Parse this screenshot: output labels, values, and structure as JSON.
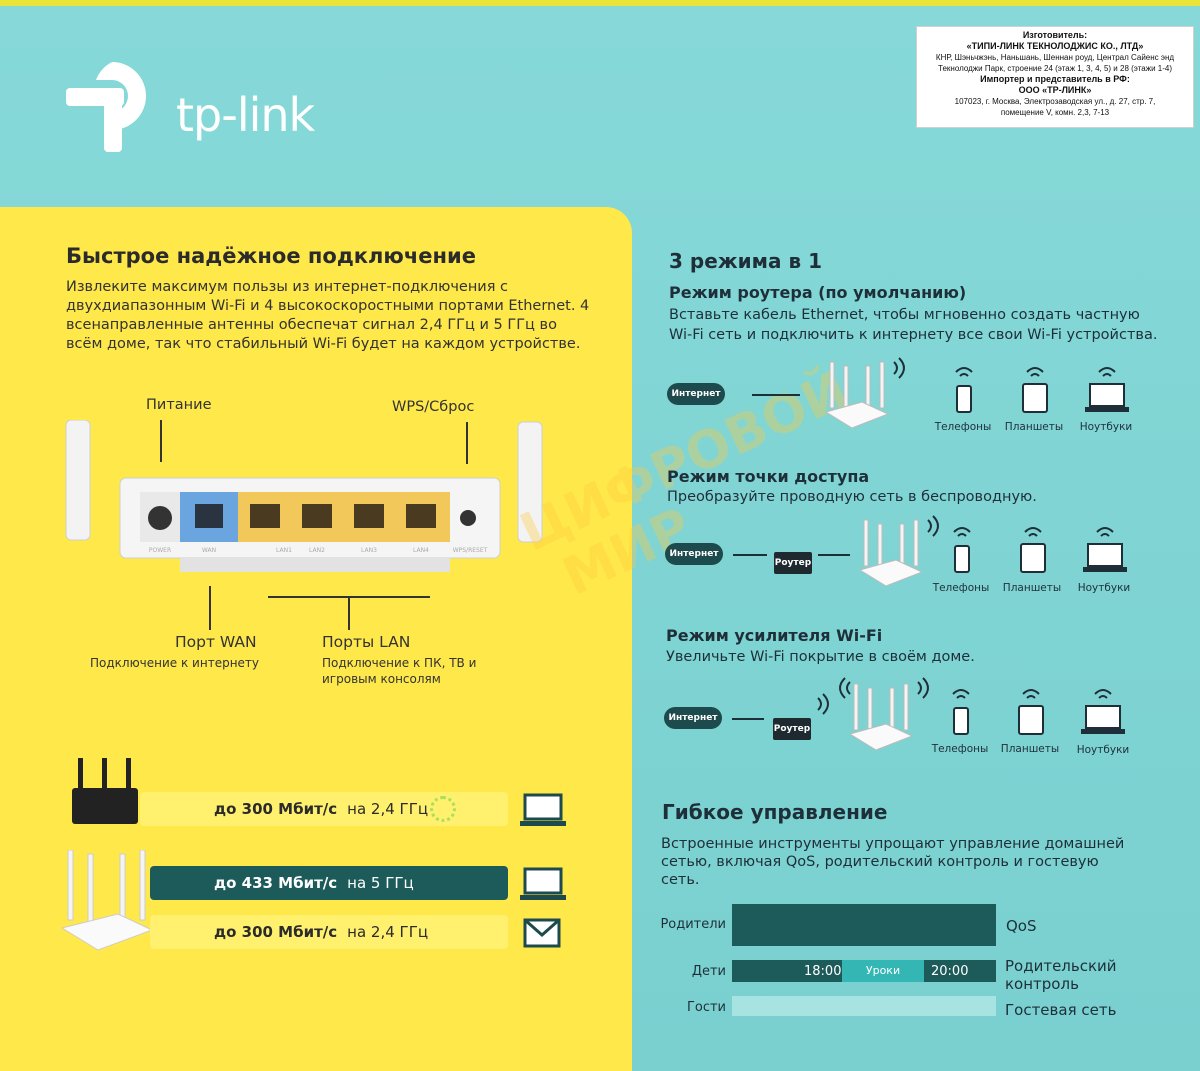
{
  "brand": {
    "name": "tp-link",
    "accent": "#ffffff"
  },
  "colors": {
    "yellow": "#ffe84a",
    "teal": "#7fd3d2",
    "dark_teal": "#1d5b5b"
  },
  "manufacturer": {
    "line1": "Изготовитель:",
    "line2": "«ТИПИ-ЛИНК ТЕКНОЛОДЖИС КО., ЛТД»",
    "line3": "КНР, Шэньчжэнь, Наньшань, Шеннан роуд, Централ Сайенс энд",
    "line4": "Текнолоджи Парк, строение 24 (этаж 1, 3, 4, 5) и 28 (этажи 1-4)",
    "line5": "Импортер и представитель в РФ:",
    "line6": "ООО «ТР-ЛИНК»",
    "line7": "107023, г. Москва, Электрозаводская ул., д. 27, стр. 7,",
    "line8": "помещение V, комн. 2,3, 7-13"
  },
  "left": {
    "title": "Быстрое надёжное подключение",
    "body": "Извлеките максимум пользы из интернет-подключения с двухдиапазонным Wi-Fi и 4 высокоскоростными портами Ethernet. 4 всенаправленные антенны обеспечат сигнал 2,4 ГГц и 5 ГГц во всём доме, так что стабильный Wi-Fi будет на каждом устройстве.",
    "label_power": "Питание",
    "label_wps": "WPS/Сброс",
    "label_wan": "Порт WAN",
    "label_wan_sub": "Подключение к интернету",
    "label_lan": "Порты LAN",
    "label_lan_sub1": "Подключение к ПК, ТВ и",
    "label_lan_sub2": "игровым консолям",
    "port_labels": [
      "POWER",
      "WAN",
      "LAN1",
      "LAN2",
      "LAN3",
      "LAN4",
      "WPS/RESET"
    ],
    "speeds": [
      {
        "speed": "до 300 Мбит/с",
        "band": "на 2,4 ГГц"
      },
      {
        "speed": "до 433 Мбит/с",
        "band": "на 5 ГГц"
      },
      {
        "speed": "до 300 Мбит/с",
        "band": "на 2,4 ГГц"
      }
    ]
  },
  "modes": {
    "title": "3 режима в 1",
    "router": {
      "title": "Режим роутера (по умолчанию)",
      "desc1": "Вставьте кабель Ethernet, чтобы мгновенно создать частную",
      "desc2": "Wi-Fi сеть и подключить к интернету все свои Wi-Fi устройства."
    },
    "ap": {
      "title": "Режим точки доступа",
      "desc": "Преобразуйте проводную сеть в беспроводную."
    },
    "ext": {
      "title": "Режим усилителя Wi-Fi",
      "desc": "Увеличьте Wi-Fi покрытие в своём доме."
    },
    "internet": "Интернет",
    "router_label": "Роутер",
    "devices": [
      "Телефоны",
      "Планшеты",
      "Ноутбуки"
    ]
  },
  "management": {
    "title": "Гибкое управление",
    "desc1": "Встроенные инструменты упрощают управление домашней",
    "desc2": "сетью, включая QoS, родительский контроль и гостевую",
    "desc3": "сеть.",
    "rows": [
      {
        "label": "Родители",
        "right": "QoS"
      },
      {
        "label": "Дети",
        "right1": "Родительский",
        "right2": "контроль"
      },
      {
        "label": "Гости",
        "right": "Гостевая сеть"
      }
    ],
    "time_start": "18:00",
    "lessons": "Уроки",
    "time_end": "20:00"
  },
  "watermark": {
    "line1": "ЦИФРОВОЙ",
    "line2": "МИР"
  }
}
